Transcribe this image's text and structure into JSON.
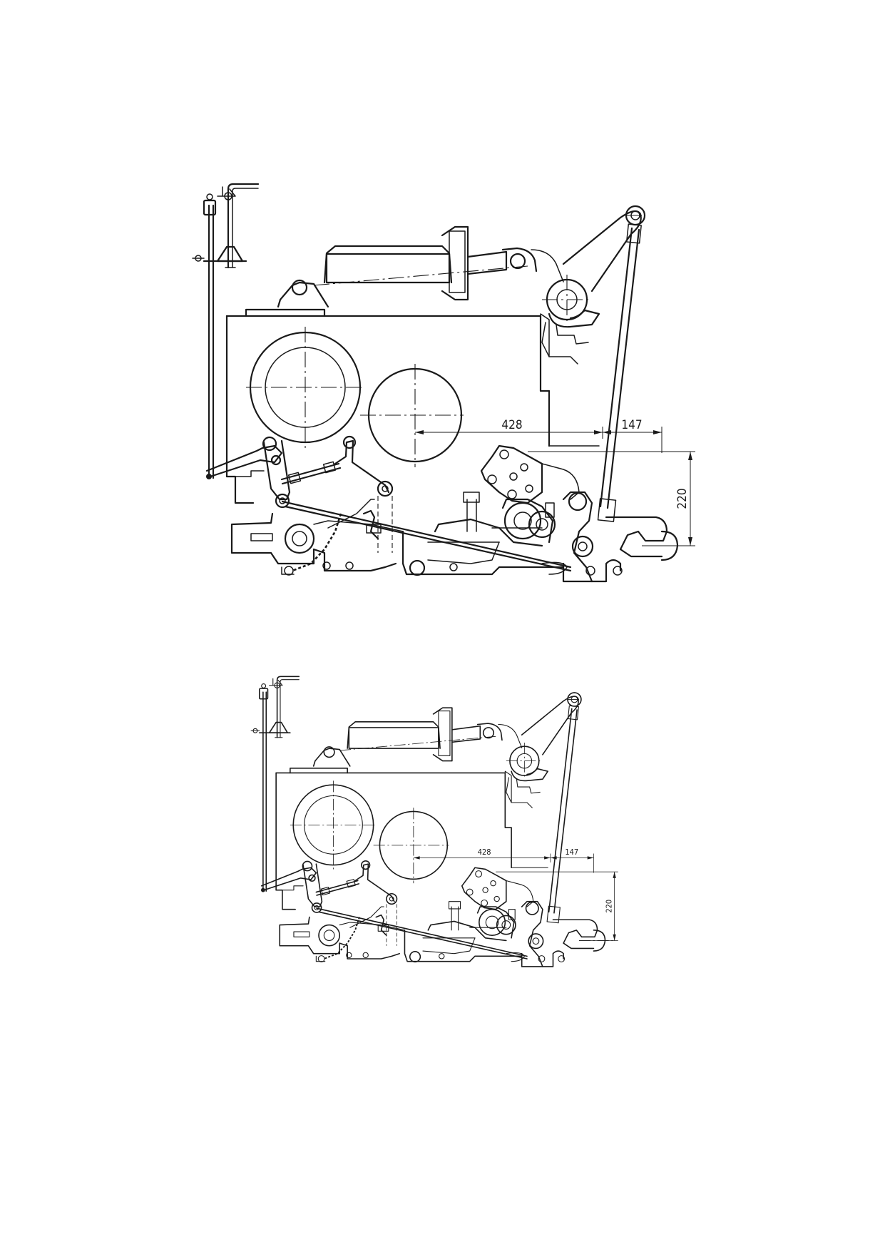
{
  "views": [
    {
      "name": "view-upper",
      "dimensions": {
        "horizontal_long": "428",
        "horizontal_short": "147",
        "vertical": "220"
      }
    },
    {
      "name": "view-lower",
      "dimensions": {
        "horizontal_long": "428",
        "horizontal_short": "147",
        "vertical": "220"
      }
    }
  ],
  "colors": {
    "ink": "#1a1a1a",
    "paper": "#ffffff"
  }
}
